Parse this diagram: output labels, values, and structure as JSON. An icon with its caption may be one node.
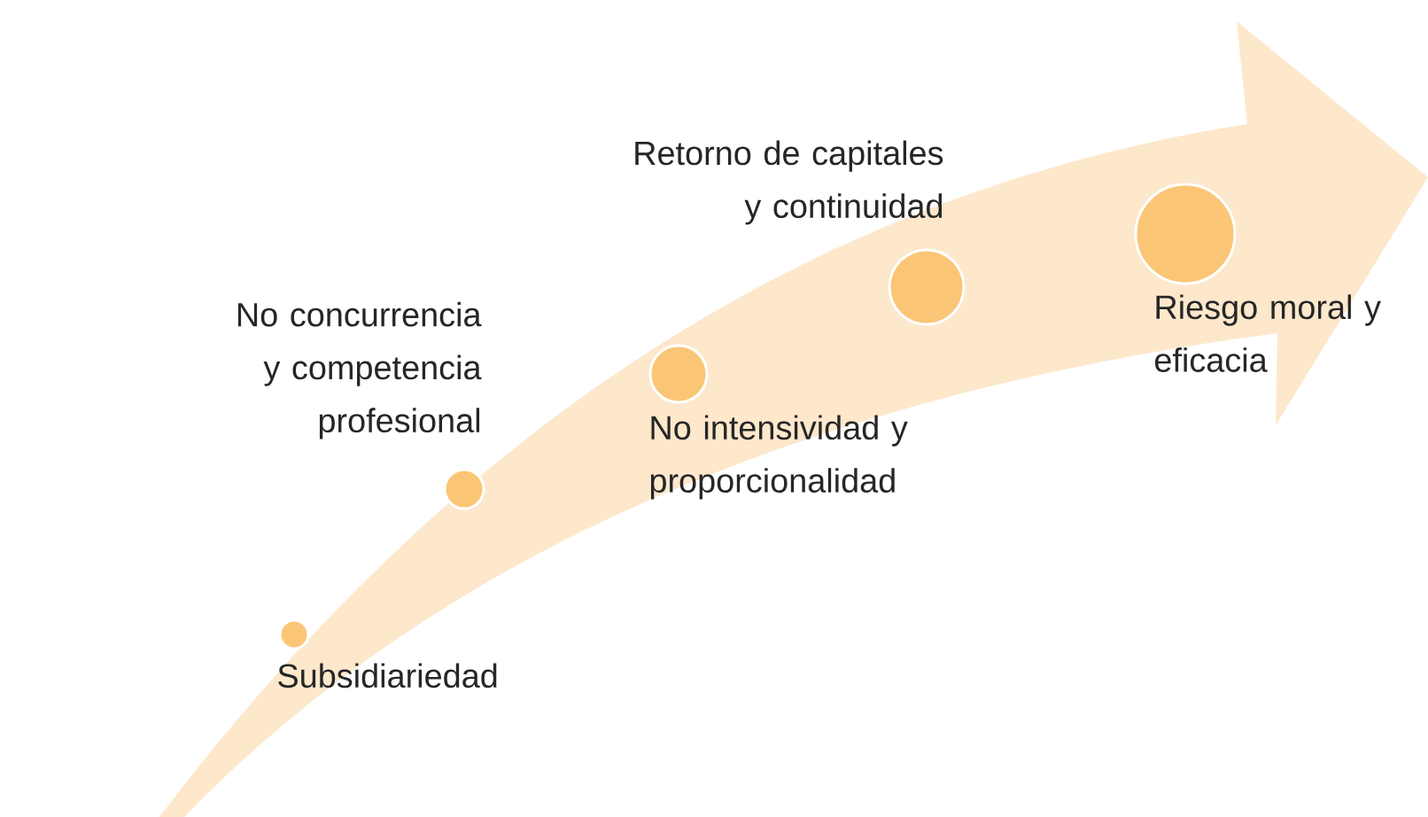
{
  "diagram": {
    "nodes": [
      {
        "text": [],
        "shape": "circle",
        "beside": [
          "Subsidiariedad"
        ]
      },
      {
        "text": [],
        "shape": "circle",
        "beside": [
          "No concurrencia y competencia profesional"
        ]
      },
      {
        "text": [],
        "shape": "circle",
        "beside": [
          "No intensividad y proporcionalidad"
        ]
      },
      {
        "text": [],
        "shape": "circle",
        "beside": [
          "Retorno de capitales y continuidad"
        ]
      },
      {
        "text": [],
        "shape": "circle",
        "beside": [
          "Riesgo moral y eficacia"
        ]
      }
    ]
  }
}
